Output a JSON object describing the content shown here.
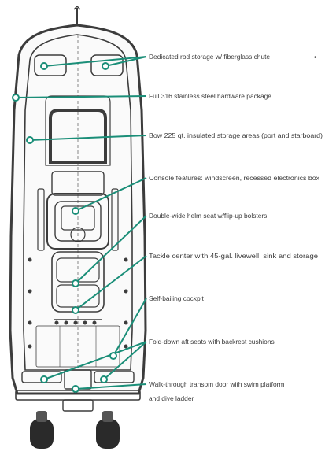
{
  "diagram": {
    "accent_color": "#1a8e78",
    "hull_color": "#3c3c3c",
    "bullet": "•",
    "callouts": [
      {
        "id": "rod-storage",
        "text": "Dedicated rod storage w/ fiberglass chute"
      },
      {
        "id": "hardware",
        "text": "Full 316 stainless steel hardware package"
      },
      {
        "id": "bow-storage",
        "text": "Bow 225 qt. insulated storage areas (port and starboard)"
      },
      {
        "id": "console",
        "text": "Console features: windscreen, recessed electronics box"
      },
      {
        "id": "helm-seat",
        "text": "Double-wide helm seat w/flip-up bolsters"
      },
      {
        "id": "tackle",
        "text": "Tackle center with 45-gal. livewell, sink and storage"
      },
      {
        "id": "cockpit",
        "text": "Self-bailing cockpit"
      },
      {
        "id": "aft-seats",
        "text": "Fold-down aft seats with backrest cushions"
      },
      {
        "id": "transom-1",
        "text": "Walk-through transom door with swim platform"
      },
      {
        "id": "transom-2",
        "text": "and dive ladder"
      }
    ]
  }
}
